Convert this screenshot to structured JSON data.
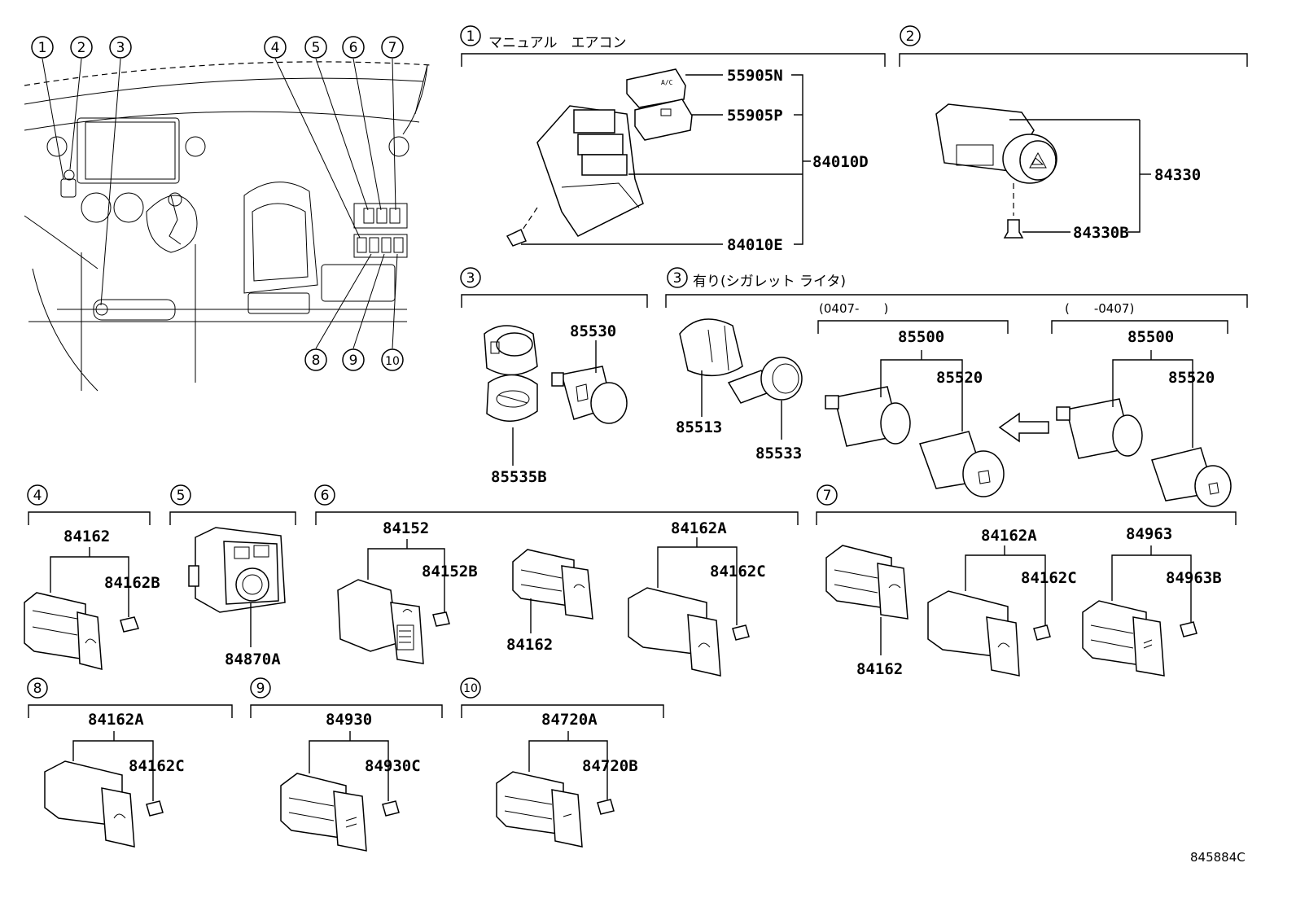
{
  "reference": "845884C",
  "groups": {
    "g1": {
      "num": "1",
      "caption": "マニュアル　エアコン"
    },
    "g2": {
      "num": "2"
    },
    "g3a": {
      "num": "3"
    },
    "g3b": {
      "num": "3",
      "caption": "有り(シガレット ライタ)",
      "sub1": "(0407-　　)",
      "sub2": "(　　-0407)"
    },
    "g4": {
      "num": "4"
    },
    "g5": {
      "num": "5"
    },
    "g6": {
      "num": "6"
    },
    "g7": {
      "num": "7"
    },
    "g8": {
      "num": "8"
    },
    "g9": {
      "num": "9"
    },
    "g10": {
      "num": "10"
    }
  },
  "overview_callouts": [
    "1",
    "2",
    "3",
    "4",
    "5",
    "6",
    "7",
    "8",
    "9",
    "10"
  ],
  "parts": {
    "p55905N": "55905N",
    "p55905P": "55905P",
    "p84010D": "84010D",
    "p84010E": "84010E",
    "p84330": "84330",
    "p84330B": "84330B",
    "p85530": "85530",
    "p85535B": "85535B",
    "p85513": "85513",
    "p85533": "85533",
    "p85500a": "85500",
    "p85520a": "85520",
    "p85500b": "85500",
    "p85520b": "85520",
    "p84162_4": "84162",
    "p84162B": "84162B",
    "p84870A": "84870A",
    "p84152": "84152",
    "p84152B": "84152B",
    "p84162_6": "84162",
    "p84162A_6": "84162A",
    "p84162C_6": "84162C",
    "p84162_7": "84162",
    "p84162A_7": "84162A",
    "p84162C_7": "84162C",
    "p84963": "84963",
    "p84963B": "84963B",
    "p84162A_8": "84162A",
    "p84162C_8": "84162C",
    "p84930": "84930",
    "p84930C": "84930C",
    "p84720A": "84720A",
    "p84720B": "84720B"
  },
  "icons": {
    "hazard": "hazard-triangle-icon",
    "fog": "fog-lamp-icon",
    "lighter": "cigarette-lighter-icon",
    "arrow": "direction-arrow-icon"
  }
}
